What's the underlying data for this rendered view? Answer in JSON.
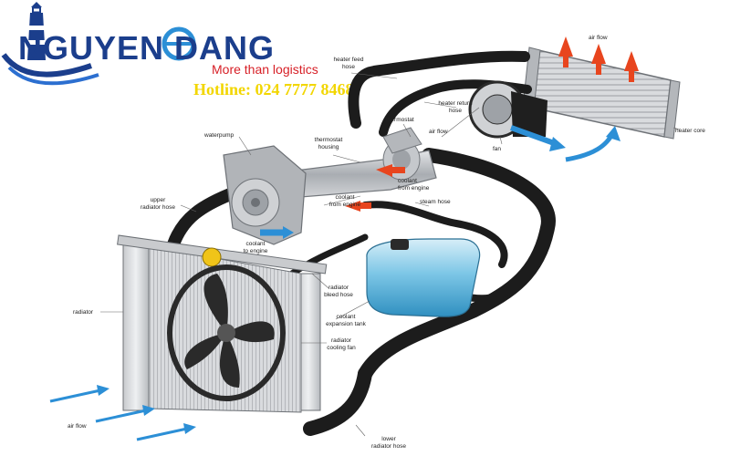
{
  "brand": {
    "name": "NGUYEN DANG",
    "tagline": "More than logistics",
    "hotline": "Hotline: 024 7777 8468",
    "colors": {
      "primary": "#1b3e8c",
      "accent": "#d72027",
      "hotline": "#f2d600"
    }
  },
  "diagram": {
    "labels": {
      "heater_feed_hose": [
        "heater feed",
        "hose"
      ],
      "air_flow_top": [
        "air flow"
      ],
      "heater_return_hose": [
        "heater return",
        "hose"
      ],
      "thermostat": [
        "thermostat"
      ],
      "heater_core": [
        "heater core"
      ],
      "waterpump": [
        "waterpump"
      ],
      "thermostat_housing": [
        "thermostat",
        "housing"
      ],
      "air_flow_fan": [
        "air flow"
      ],
      "fan": [
        "fan"
      ],
      "coolant_from_engine_right": [
        "coolant",
        "from engine"
      ],
      "upper_radiator_hose": [
        "upper",
        "radiator hose"
      ],
      "coolant_from_engine_mid": [
        "coolant",
        "from engine"
      ],
      "steam_hose": [
        "steam hose"
      ],
      "coolant_to_engine": [
        "coolant",
        "to engine"
      ],
      "radiator": [
        "radiator"
      ],
      "radiator_bleed_hose": [
        "radiator",
        "bleed hose"
      ],
      "coolant_expansion_tank": [
        "coolant",
        "expansion tank"
      ],
      "radiator_cooling_fan": [
        "radiator",
        "cooling fan"
      ],
      "air_flow_bottom": [
        "air flow"
      ],
      "lower_radiator_hose": [
        "lower",
        "radiator hose"
      ]
    },
    "colors": {
      "hose": "#1c1c1c",
      "hot_flow": "#e8451e",
      "cold_flow": "#2c8fd6",
      "metal": "#b9bcc0",
      "tank": "#5fb4d9"
    }
  }
}
